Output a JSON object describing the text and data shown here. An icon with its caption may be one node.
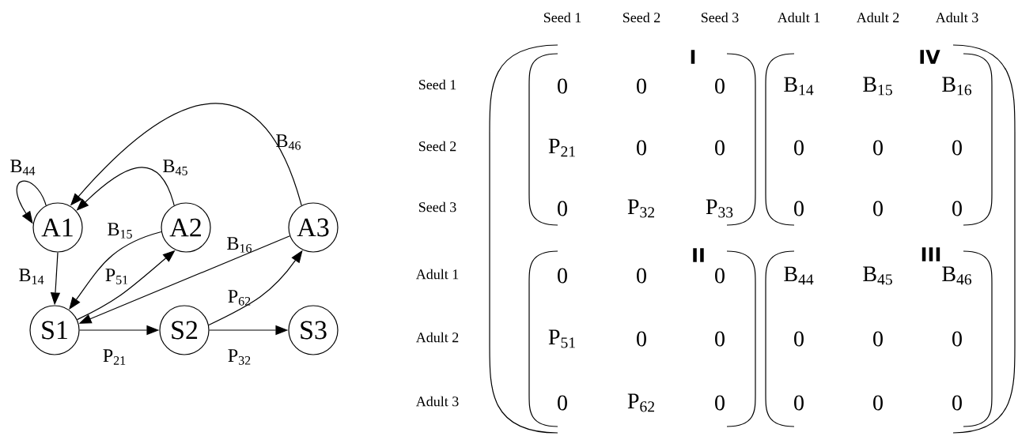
{
  "diagram": {
    "nodes": [
      {
        "text": [
          "A1"
        ]
      },
      {
        "text": [
          "A2"
        ]
      },
      {
        "text": [
          "A3"
        ]
      },
      {
        "text": [
          "S1"
        ]
      },
      {
        "text": [
          "S2"
        ]
      },
      {
        "text": [
          "S3"
        ]
      }
    ],
    "edges": [
      {
        "from": 0,
        "to": 0,
        "arrow": "to",
        "label": "B$_{44}$"
      },
      {
        "from": 1,
        "to": 0,
        "arrow": "to",
        "label": "B$_{45}$"
      },
      {
        "from": 2,
        "to": 0,
        "arrow": "to",
        "label": "B$_{46}$"
      },
      {
        "from": 0,
        "to": 3,
        "arrow": "to",
        "label": "B$_{14}$"
      },
      {
        "from": 1,
        "to": 3,
        "arrow": "to",
        "label": "B$_{15}$"
      },
      {
        "from": 3,
        "to": 1,
        "arrow": "to",
        "label": "P$_{51}$"
      },
      {
        "from": 2,
        "to": 3,
        "arrow": "to",
        "label": "B$_{16}$"
      },
      {
        "from": 3,
        "to": 4,
        "arrow": "to",
        "label": "P$_{21}$"
      },
      {
        "from": 4,
        "to": 5,
        "arrow": "to",
        "label": "P$_{32}$"
      },
      {
        "from": 4,
        "to": 2,
        "arrow": "to",
        "label": "P$_{62}$"
      }
    ],
    "labels": [
      "Seed 1",
      "Seed 2",
      "Seed 3",
      "Adult 1",
      "Adult 2",
      "Adult 3",
      "I",
      "IV",
      "Seed 1",
      "0",
      "0",
      "0",
      "B$_{14}$",
      "B$_{15}$",
      "B$_{16}$",
      "Seed 2",
      "P$_{21}$",
      "0",
      "0",
      "0",
      "0",
      "0",
      "Seed 3",
      "0",
      "P$_{32}$",
      "P$_{33}$",
      "0",
      "0",
      "0",
      "II",
      "III",
      "Adult 1",
      "0",
      "0",
      "0",
      "B$_{44}$",
      "B$_{45}$",
      "B$_{46}$",
      "Adult 2",
      "P$_{51}$",
      "0",
      "0",
      "0",
      "0",
      "0",
      "Adult 3",
      "0",
      "P$_{62}$",
      "0",
      "0",
      "0",
      "0"
    ]
  }
}
